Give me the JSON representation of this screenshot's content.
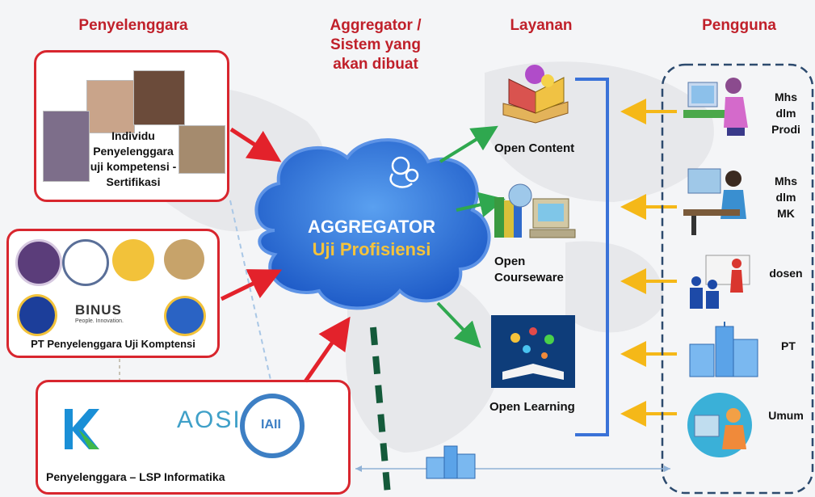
{
  "headers": {
    "penyelenggara": "Penyelenggara",
    "aggregator": "Aggregator / Sistem yang akan dibuat",
    "layanan": "Layanan",
    "pengguna": "Pengguna"
  },
  "providers": {
    "individu": "Individu Penyelenggara uji kompetensi - Sertifikasi",
    "pt": "PT Penyelenggara Uji Komptensi",
    "lsp": "Penyelenggara – LSP Informatika",
    "binus_logo": "BINUS",
    "binus_tagline": "People. Innovation.",
    "aosi_logo": "AOSI",
    "iaii_logo": "IAII"
  },
  "aggregator": {
    "title": "AGGREGATOR",
    "subtitle": "Uji Profisiensi"
  },
  "services": [
    {
      "label": "Open Content"
    },
    {
      "label": "Open Courseware"
    },
    {
      "label": "Open Learning"
    }
  ],
  "users": [
    {
      "label": "Mhs dlm Prodi"
    },
    {
      "label": "Mhs dlm MK"
    },
    {
      "label": "dosen"
    },
    {
      "label": "PT"
    },
    {
      "label": "Umum"
    }
  ],
  "colors": {
    "header_red": "#c0202a",
    "box_red": "#d8262e",
    "cloud_blue": "#2f73d9",
    "aggregator_gold": "#f5c33b",
    "green_arrow": "#2fa84f",
    "yellow_arrow": "#f5b818",
    "bracket_blue": "#3a72d8",
    "dashed_navy": "#2c4a6e",
    "dashed_green": "#145a3a"
  },
  "icons": [
    "people-photo-icon",
    "university-logo-icon",
    "cloud-icon",
    "book-icon",
    "computer-icon",
    "user-at-computer-icon",
    "presenter-icon",
    "building-icon"
  ]
}
